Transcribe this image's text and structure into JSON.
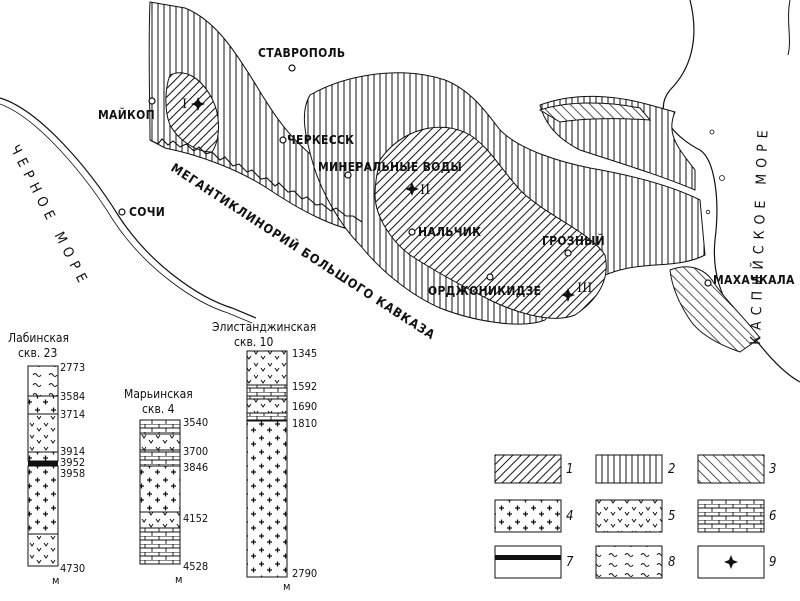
{
  "cities": {
    "stavropol": "СТАВРОПОЛЬ",
    "maykop": "МАЙКОП",
    "cherkessk": "ЧЕРКЕССК",
    "mineralnye_vody": "МИНЕРАЛЬНЫЕ ВОДЫ",
    "sochi": "СОЧИ",
    "nalchik": "НАЛЬЧИК",
    "grozny": "ГРОЗНЫЙ",
    "ordzhonikidze": "ОРДЖОНИКИДЗЕ",
    "makhachkala": "МАХАЧКАЛА"
  },
  "seas": {
    "black_sea": "ЧЕРНОЕ МОРЕ",
    "caspian_sea": "КАСПИЙСКОЕ МОРЕ"
  },
  "ridge_label": "МЕГАНТИКЛИНОРИЙ БОЛЬШОГО КАВКАЗА",
  "sites": [
    "I",
    "II",
    "III"
  ],
  "columns": [
    {
      "title_line1": "Лабинская",
      "title_line2": "скв. 23",
      "depths": [
        "2773",
        "3584",
        "3714",
        "3914",
        "3952",
        "3958",
        "4730"
      ],
      "unit": "м"
    },
    {
      "title_line1": "Марьинская",
      "title_line2": "скв. 4",
      "depths": [
        "3540",
        "3700",
        "3846",
        "4152",
        "4528"
      ],
      "unit": "м"
    },
    {
      "title_line1": "Элистанджинская",
      "title_line2": "скв. 10",
      "depths": [
        "1345",
        "1592",
        "1690",
        "1810",
        "2790"
      ],
      "unit": "м"
    }
  ],
  "legend": [
    "1",
    "2",
    "3",
    "4",
    "5",
    "6",
    "7",
    "8",
    "9"
  ]
}
